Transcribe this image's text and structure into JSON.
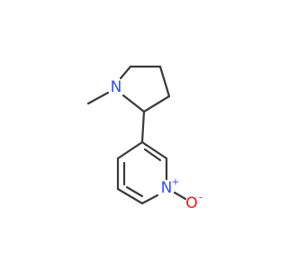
{
  "molecule": {
    "atoms": {
      "pyrrolidine_nitrogen": {
        "symbol": "N"
      },
      "pyridine_nitrogen": {
        "symbol": "N",
        "charge": "+"
      },
      "oxide_oxygen": {
        "symbol": "O",
        "charge": "-"
      }
    }
  },
  "colors": {
    "bond": "#3a3a3a",
    "nitrogen": "#3050f8",
    "oxygen": "#ff0d0d"
  }
}
